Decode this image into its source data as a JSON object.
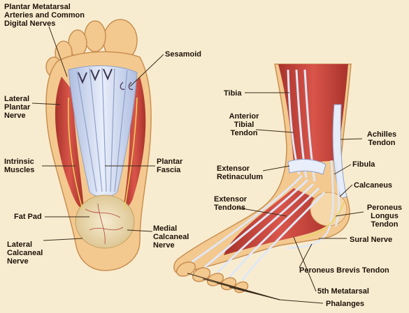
{
  "colors": {
    "background": "#f8ecd0",
    "skin": "#f3c98f",
    "muscle": "#c8433a",
    "tendon": "#c9d6ef",
    "fat_pad": "#efe0b8",
    "leader_line": "#3a2a1a"
  },
  "diagram": {
    "left_figure": {
      "view": "plantar (sole) view of the foot",
      "labels": {
        "plantar_metatarsal": "Plantar Metatarsal\nArteries and Common\nDigital Nerves",
        "sesamoid": "Sesamoid",
        "lateral_plantar_nerve": "Lateral\nPlantar\nNerve",
        "intrinsic_muscles": "Intrinsic\nMuscles",
        "plantar_fascia": "Plantar\nFascia",
        "fat_pad": "Fat Pad",
        "lateral_calcaneal_nerve": "Lateral\nCalcaneal\nNerve",
        "medial_calcaneal_nerve": "Medial\nCalcaneal\nNerve"
      }
    },
    "right_figure": {
      "view": "lateral view of the foot and ankle",
      "labels": {
        "tibia": "Tibia",
        "anterior_tibial_tendon": "Anterior\nTibial\nTendon",
        "achilles_tendon": "Achilles\nTendon",
        "extensor_retinaculum": "Extensor\nRetinaculum",
        "fibula": "Fibula",
        "calcaneus": "Calcaneus",
        "extensor_tendons": "Extensor\nTendons",
        "peroneus_longus_tendon": "Peroneus\nLongus\nTendon",
        "sural_nerve": "Sural Nerve",
        "peroneus_brevis_tendon": "Peroneus Brevis Tendon",
        "fifth_metatarsal": "5th Metatarsal",
        "phalanges": "Phalanges"
      }
    }
  }
}
